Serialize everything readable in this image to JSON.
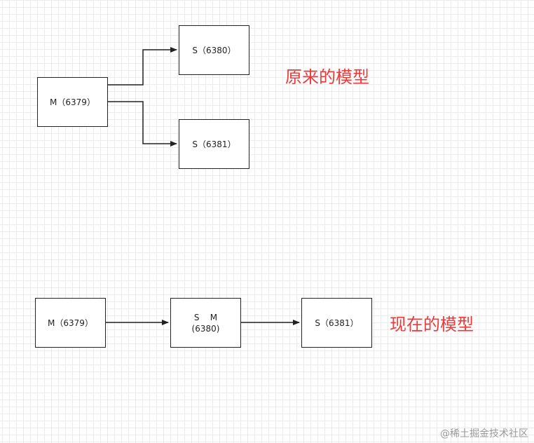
{
  "top_model": {
    "title": "原来的模型",
    "master": "M（6379）",
    "slave_a": "S（6380）",
    "slave_b": "S（6381）"
  },
  "bottom_model": {
    "title": "现在的模型",
    "master": "M（6379）",
    "middle_line1": "S    M",
    "middle_line2": "(6380)",
    "slave": "S（6381）"
  },
  "watermark": "@稀土掘金技术社区",
  "colors": {
    "title": "#ec3a3a",
    "border": "#222222",
    "grid": "#ececec"
  }
}
